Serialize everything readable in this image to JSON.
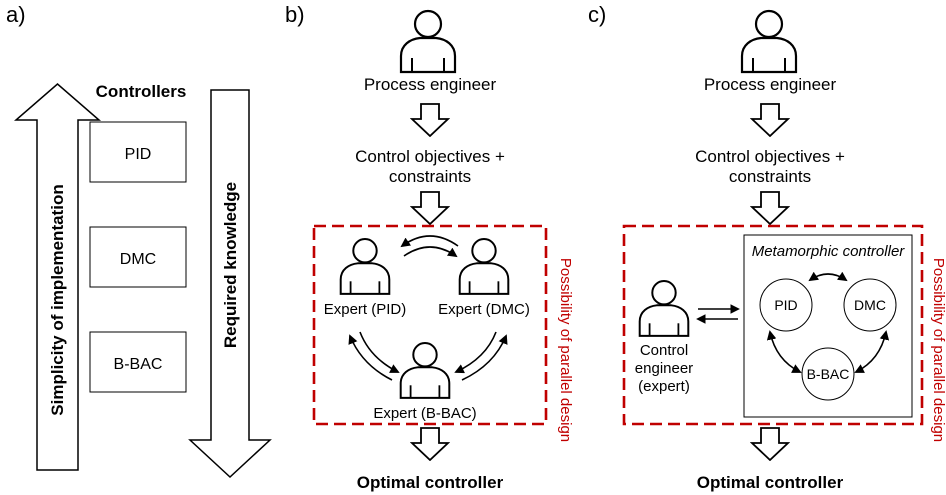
{
  "panel_a": {
    "label": "a)",
    "left_arrow_text": "Simplicity of implementation",
    "right_arrow_text": "Required knowledge",
    "controllers_title": "Controllers",
    "controllers": [
      "PID",
      "DMC",
      "B-BAC"
    ]
  },
  "panel_b": {
    "label": "b)",
    "process_engineer": "Process engineer",
    "objectives_line1": "Control objectives +",
    "objectives_line2": "constraints",
    "experts": [
      "Expert (PID)",
      "Expert (DMC)",
      "Expert (B-BAC)"
    ],
    "side_label": "Possibility of parallel design",
    "output": "Optimal controller"
  },
  "panel_c": {
    "label": "c)",
    "process_engineer": "Process engineer",
    "objectives_line1": "Control objectives +",
    "objectives_line2": "constraints",
    "control_engineer_line1": "Control",
    "control_engineer_line2": "engineer",
    "control_engineer_line3": "(expert)",
    "metamorphic_title": "Metamorphic controller",
    "controllers": [
      "PID",
      "DMC",
      "B-BAC"
    ],
    "side_label": "Possibility of parallel design",
    "output": "Optimal controller"
  },
  "colors": {
    "accent_red": "#c00000",
    "stroke": "#000000"
  }
}
